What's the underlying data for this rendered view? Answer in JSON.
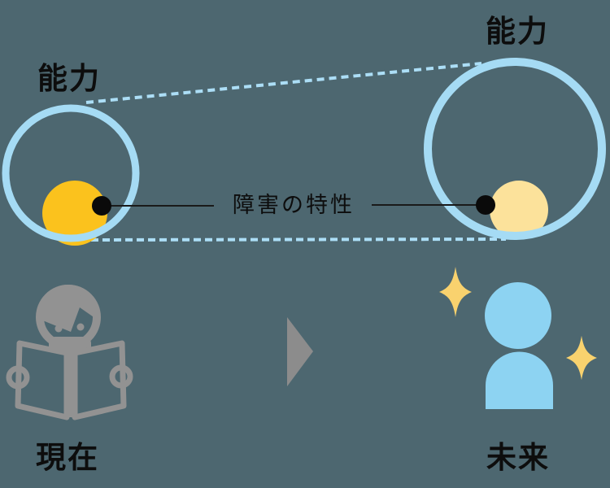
{
  "diagram": {
    "title_hint": "ability-growth-diagram",
    "labels": {
      "left_circle": "能力",
      "right_circle": "能力",
      "center_trait": "障害の特性",
      "bottom_left": "現在",
      "bottom_right": "未来"
    },
    "icons": [
      "reading-person-icon",
      "arrow-right-icon",
      "person-icon",
      "sparkle-icon"
    ],
    "colors": {
      "background": "#4D6770",
      "circle_stroke": "#A5DBF4",
      "dashed_line": "#ACDEF6",
      "trait_fill_now": "#FBC21D",
      "trait_fill_future": "#FCE29B",
      "dot": "#0A0A0A",
      "connector_line": "#1A1A1A",
      "gray_icon": "#929292",
      "blue_person": "#8DD3F2",
      "sparkle": "#F9D26E",
      "text": "#0D0D0D"
    }
  }
}
